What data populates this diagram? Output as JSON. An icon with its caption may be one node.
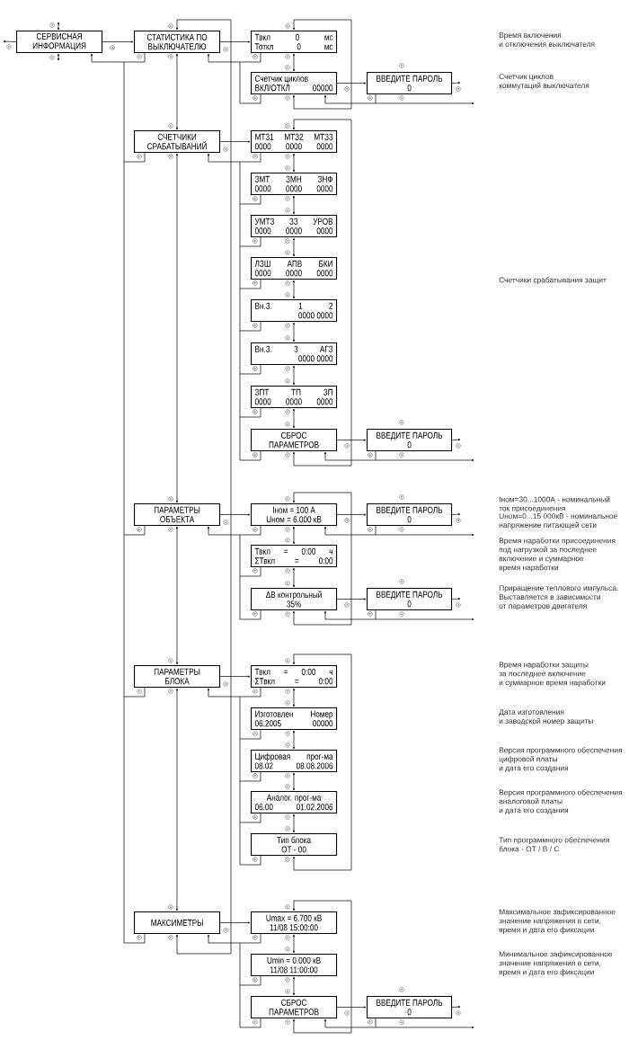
{
  "diagram": {
    "nodes": [
      {
        "text": [
          "СЕРВИСНАЯ ИНФОРМАЦИЯ"
        ]
      },
      {
        "text": [
          "СТАТИСТИКА ПО ВЫКЛЮЧАТЕЛЮ"
        ]
      },
      {
        "text": [
          "Твкл 0 мс",
          "Тоткл 0 мс"
        ]
      },
      {
        "text": [
          "Счетчик циклов",
          "ВКЛ/ОТКЛ 00000"
        ]
      },
      {
        "text": [
          "ВВЕДИТЕ ПАРОЛЬ",
          "0"
        ]
      },
      {
        "text": [
          "СЧЕТЧИКИ СРАБАТЫВАНИЙ"
        ]
      },
      {
        "text": [
          "МТЗ1 МТЗ2 МТЗ3",
          "0000 0000 0000"
        ]
      },
      {
        "text": [
          "ЗМТ ЗМН ЗНФ",
          "0000 0000 0000"
        ]
      },
      {
        "text": [
          "УМТЗ ЗЗ УРОВ",
          "0000 0000 0000"
        ]
      },
      {
        "text": [
          "ЛЗШ АПВ БКИ",
          "0000 0000 0000"
        ]
      },
      {
        "text": [
          "Вн.З. 1 2",
          "0000 0000"
        ]
      },
      {
        "text": [
          "Вн.З. 3 АГЗ",
          "0000 0000"
        ]
      },
      {
        "text": [
          "ЗПТ ТП ЗП",
          "0000 0000 0000"
        ]
      },
      {
        "text": [
          "СБРОС ПАРАМЕТРОВ"
        ]
      },
      {
        "text": [
          "ВВЕДИТЕ ПАРОЛЬ",
          "0"
        ]
      },
      {
        "text": [
          "ПАРАМЕТРЫ ОБЪЕКТА"
        ]
      },
      {
        "text": [
          "Iном = 100 А",
          "Uном = 6.000 кВ"
        ]
      },
      {
        "text": [
          "ВВЕДИТЕ ПАРОЛЬ",
          "0"
        ]
      },
      {
        "text": [
          "Твкл = 0:00 ч",
          "ΣТвкл = 0:00"
        ]
      },
      {
        "text": [
          "ΔВ контрольный",
          "35%"
        ]
      },
      {
        "text": [
          "ВВЕДИТЕ ПАРОЛЬ",
          "0"
        ]
      },
      {
        "text": [
          "ПАРАМЕТРЫ БЛОКА"
        ]
      },
      {
        "text": [
          "Твкл = 0:00 ч",
          "ΣТвкл = 0:00"
        ]
      },
      {
        "text": [
          "Изготовлен Номер",
          "06.2005 00000"
        ]
      },
      {
        "text": [
          "Цифровая прог-ма",
          "08.02 08.08.2006"
        ]
      },
      {
        "text": [
          "Аналог. прог-ма",
          "06.00 01.02.2006"
        ]
      },
      {
        "text": [
          "Тип блока",
          "ОТ - 00"
        ]
      },
      {
        "text": [
          "МАКСИМЕТРЫ"
        ]
      },
      {
        "text": [
          "Umax = 6.700 кВ",
          "11/08 15:00:00"
        ]
      },
      {
        "text": [
          "Umin = 0.000 кВ",
          "11/08 11:00:00"
        ]
      },
      {
        "text": [
          "СБРОС ПАРАМЕТРОВ"
        ]
      },
      {
        "text": [
          "ВВЕДИТЕ ПАРОЛЬ",
          "0"
        ]
      }
    ],
    "edges": [
      {
        "from": 0,
        "to": null,
        "arrow": "to"
      },
      {
        "from": 0,
        "to": null,
        "arrow": "both"
      },
      {
        "from": 0,
        "to": null,
        "arrow": "both"
      },
      {
        "from": 0,
        "to": 1,
        "arrow": "to"
      },
      {
        "from": 1,
        "to": 0,
        "arrow": "to"
      },
      {
        "from": 1,
        "to": 2,
        "arrow": "to"
      },
      {
        "from": 1,
        "to": 5,
        "arrow": "both"
      },
      {
        "from": 27,
        "to": 1,
        "arrow": "both"
      },
      {
        "from": 2,
        "to": 1,
        "arrow": "to"
      },
      {
        "from": 2,
        "to": 3,
        "arrow": "both"
      },
      {
        "from": 3,
        "to": 2,
        "arrow": "both"
      },
      {
        "from": 3,
        "to": 1,
        "arrow": "to"
      },
      {
        "from": 3,
        "to": 4,
        "arrow": "to"
      },
      {
        "from": 4,
        "to": null,
        "arrow": "to"
      },
      {
        "from": 4,
        "to": 3,
        "arrow": "to"
      },
      {
        "from": null,
        "to": 3,
        "arrow": "to"
      },
      {
        "from": 5,
        "to": 0,
        "arrow": "to"
      },
      {
        "from": 5,
        "to": 6,
        "arrow": "to"
      },
      {
        "from": 5,
        "to": 15,
        "arrow": "both"
      },
      {
        "from": 6,
        "to": 5,
        "arrow": "to"
      },
      {
        "from": 6,
        "to": 7,
        "arrow": "both"
      },
      {
        "from": 7,
        "to": 5,
        "arrow": "to"
      },
      {
        "from": 7,
        "to": 8,
        "arrow": "both"
      },
      {
        "from": 8,
        "to": 5,
        "arrow": "to"
      },
      {
        "from": 8,
        "to": 9,
        "arrow": "both"
      },
      {
        "from": 9,
        "to": 5,
        "arrow": "to"
      },
      {
        "from": 9,
        "to": 10,
        "arrow": "both"
      },
      {
        "from": 10,
        "to": 5,
        "arrow": "to"
      },
      {
        "from": 10,
        "to": 11,
        "arrow": "both"
      },
      {
        "from": 11,
        "to": 5,
        "arrow": "to"
      },
      {
        "from": 11,
        "to": 12,
        "arrow": "both"
      },
      {
        "from": 12,
        "to": 5,
        "arrow": "to"
      },
      {
        "from": 12,
        "to": 13,
        "arrow": "both"
      },
      {
        "from": 13,
        "to": 5,
        "arrow": "to"
      },
      {
        "from": 13,
        "to": 6,
        "arrow": "both"
      },
      {
        "from": 13,
        "to": 14,
        "arrow": "to"
      },
      {
        "from": 14,
        "to": null,
        "arrow": "to"
      },
      {
        "from": 14,
        "to": 13,
        "arrow": "to"
      },
      {
        "from": null,
        "to": 13,
        "arrow": "to"
      },
      {
        "from": 15,
        "to": 0,
        "arrow": "to"
      },
      {
        "from": 15,
        "to": 16,
        "arrow": "to"
      },
      {
        "from": 15,
        "to": 21,
        "arrow": "both"
      },
      {
        "from": 16,
        "to": 15,
        "arrow": "to"
      },
      {
        "from": 16,
        "to": 17,
        "arrow": "to"
      },
      {
        "from": 17,
        "to": null,
        "arrow": "to"
      },
      {
        "from": 17,
        "to": 16,
        "arrow": "to"
      },
      {
        "from": null,
        "to": 16,
        "arrow": "to"
      },
      {
        "from": 16,
        "to": 18,
        "arrow": "both"
      },
      {
        "from": 18,
        "to": 15,
        "arrow": "to"
      },
      {
        "from": 18,
        "to": 19,
        "arrow": "both"
      },
      {
        "from": 19,
        "to": 15,
        "arrow": "to"
      },
      {
        "from": 19,
        "to": 16,
        "arrow": "both"
      },
      {
        "from": 19,
        "to": 20,
        "arrow": "to"
      },
      {
        "from": 20,
        "to": null,
        "arrow": "to"
      },
      {
        "from": 20,
        "to": 19,
        "arrow": "to"
      },
      {
        "from": null,
        "to": 19,
        "arrow": "to"
      },
      {
        "from": 21,
        "to": 0,
        "arrow": "to"
      },
      {
        "from": 21,
        "to": 22,
        "arrow": "to"
      },
      {
        "from": 21,
        "to": 27,
        "arrow": "both"
      },
      {
        "from": 22,
        "to": 21,
        "arrow": "to"
      },
      {
        "from": 22,
        "to": 23,
        "arrow": "both"
      },
      {
        "from": 23,
        "to": 21,
        "arrow": "to"
      },
      {
        "from": 23,
        "to": 24,
        "arrow": "both"
      },
      {
        "from": 24,
        "to": 21,
        "arrow": "to"
      },
      {
        "from": 24,
        "to": 25,
        "arrow": "both"
      },
      {
        "from": 25,
        "to": 21,
        "arrow": "to"
      },
      {
        "from": 25,
        "to": 26,
        "arrow": "both"
      },
      {
        "from": 26,
        "to": 21,
        "arrow": "to"
      },
      {
        "from": 26,
        "to": 22,
        "arrow": "both"
      },
      {
        "from": 27,
        "to": 0,
        "arrow": "to"
      },
      {
        "from": 27,
        "to": 28,
        "arrow": "to"
      },
      {
        "from": 28,
        "to": 27,
        "arrow": "to"
      },
      {
        "from": 28,
        "to": 29,
        "arrow": "both"
      },
      {
        "from": 29,
        "to": 27,
        "arrow": "to"
      },
      {
        "from": 29,
        "to": 30,
        "arrow": "both"
      },
      {
        "from": 30,
        "to": 27,
        "arrow": "to"
      },
      {
        "from": 30,
        "to": 28,
        "arrow": "both"
      },
      {
        "from": 30,
        "to": 31,
        "arrow": "to"
      },
      {
        "from": 31,
        "to": null,
        "arrow": "to"
      },
      {
        "from": 31,
        "to": 30,
        "arrow": "to"
      },
      {
        "from": null,
        "to": 30,
        "arrow": "to"
      }
    ],
    "labels": [
      "Время включения и отключения выключателя",
      "Счетчик циклов коммутаций выключателя",
      "Счетчики срабатывания защит",
      "Iном=30...1000А - номинальный ток присоединения",
      "Uном=0...15 000кВ - номинальное напряжение питающей сети",
      "Время наработки присоединения под нагрузкой за последнее включение и суммарное время наработки",
      "Приращение теплового импульса. Выставляется в зависимости от параметров двигателя",
      "Время наработки защиты за последнее включение и суммарное время наработки",
      "Дата изготовления и заводской номер защиты",
      "Версия программного обеспечения цифровой платы и дата его создания",
      "Версия программного обеспечения аналоговой платы и дата его создания",
      "Тип программного обеспечения блока - ОТ / В / С",
      "Максимальное зафиксированное значение напряжения в сети, время и дата его фиксации",
      "Минимальное зафиксированное значение напряжения в сети, время и дата его фиксации"
    ]
  }
}
